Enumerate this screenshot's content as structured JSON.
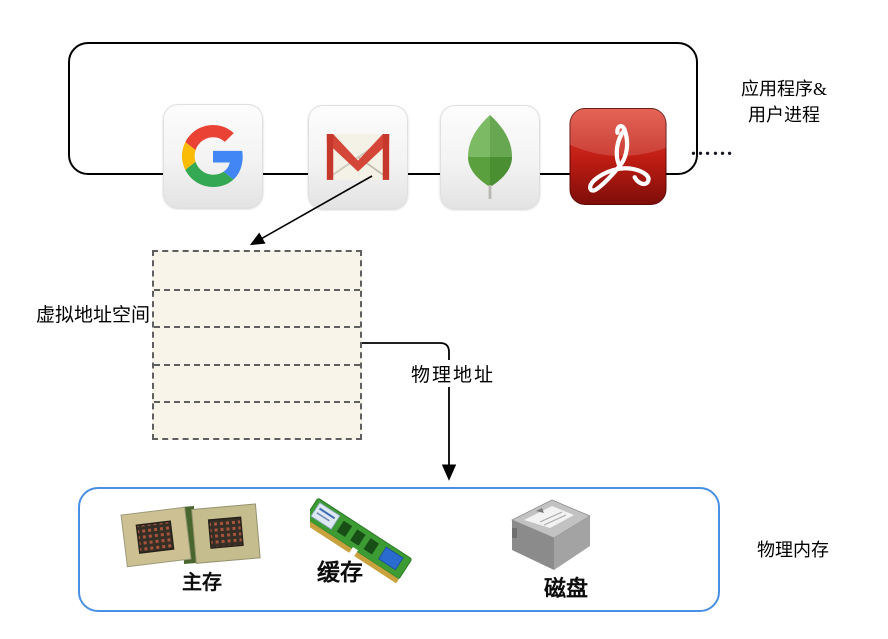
{
  "app_box": {
    "label_line1": "应用程序&",
    "label_line2": "用户进程",
    "icons": [
      {
        "name": "google"
      },
      {
        "name": "gmail"
      },
      {
        "name": "mongodb"
      },
      {
        "name": "acrobat"
      }
    ],
    "ellipsis": "……"
  },
  "virtual_memory": {
    "label": "虚拟地址空间",
    "rows": 5
  },
  "physical_address_label": "物理地址",
  "physical_memory": {
    "label": "物理内存",
    "items": [
      {
        "caption": "主存"
      },
      {
        "caption": "缓存"
      },
      {
        "caption": "磁盘"
      }
    ]
  },
  "colors": {
    "app_box_border": "#000000",
    "virtual_fill": "#f8f4e9",
    "virtual_border": "#5f5f5f",
    "memory_border": "#4a90e2",
    "arrow": "#000000",
    "google_blue": "#4285F4",
    "google_red": "#EA4335",
    "google_yellow": "#FBBC05",
    "google_green": "#34A853",
    "gmail_red": "#D44638",
    "mongodb_green": "#68a751",
    "acrobat_red": "#c21e14"
  }
}
